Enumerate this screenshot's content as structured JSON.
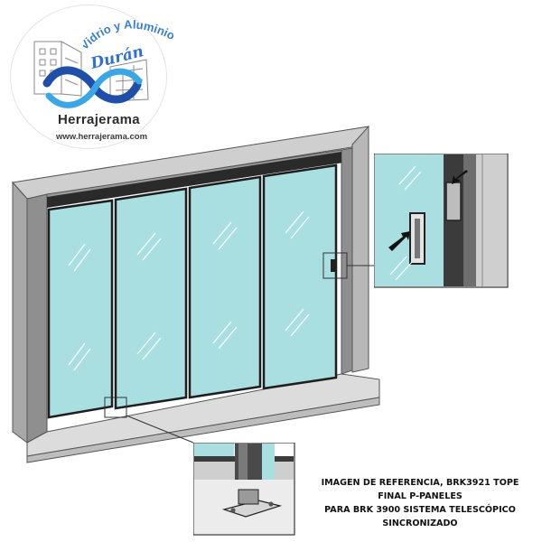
{
  "logo": {
    "arc_text": "Vidrio y Aluminio",
    "signature": "Durán",
    "brand": "Herrajerama",
    "url": "www.herrajerama.com",
    "colors": {
      "swoosh_dark": "#1f4fa8",
      "swoosh_light": "#3aa6e6",
      "signature": "#2f6fd6"
    }
  },
  "caption": {
    "line1": "IMAGEN DE REFERENCIA, BRK3921 TOPE",
    "line2": "FINAL P-PANELES",
    "line3": "PARA BRK 3900 SISTEMA TELESCÓPICO",
    "line4": "SINCRONIZADO"
  },
  "colors": {
    "wall": "#9e9e9e",
    "wall_light": "#c9c9c9",
    "glass": "#a9dfe0",
    "frame": "#2a2a2a",
    "detail_box_border": "#333333"
  },
  "illustration": {
    "panels": 4,
    "detail_views": [
      "stopper-top-detail",
      "stopper-bottom-detail"
    ]
  }
}
